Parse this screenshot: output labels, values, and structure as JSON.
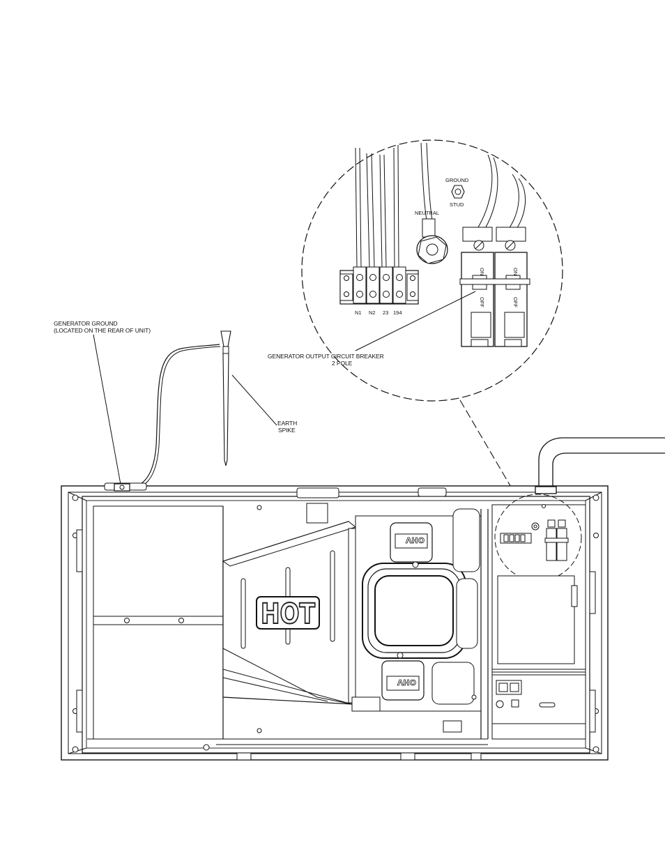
{
  "labels": {
    "generator_ground_line1": "GENERATOR GROUND",
    "generator_ground_line2": "(LOCATED ON THE REAR OF UNIT)",
    "earth_spike_line1": "EARTH",
    "earth_spike_line2": "SPIKE",
    "ground_stud_line1": "GROUND",
    "ground_stud_line2": "STUD",
    "neutral": "NEUTRAL",
    "breaker_line1": "GENERATOR OUTPUT CIRCUIT BREAKER",
    "breaker_line2": "2 POLE",
    "terminal_n1": "N1",
    "terminal_n2": "N2",
    "terminal_23": "23",
    "terminal_194": "194",
    "hot_decal": "HOT",
    "engine_badge_top": "OHV",
    "engine_badge_bottom": "OHV"
  },
  "icons": {
    "ground-stud": "hex-nut-icon",
    "earth-spike": "ground-spike-icon",
    "circuit-breaker": "double-pole-breaker-icon"
  }
}
